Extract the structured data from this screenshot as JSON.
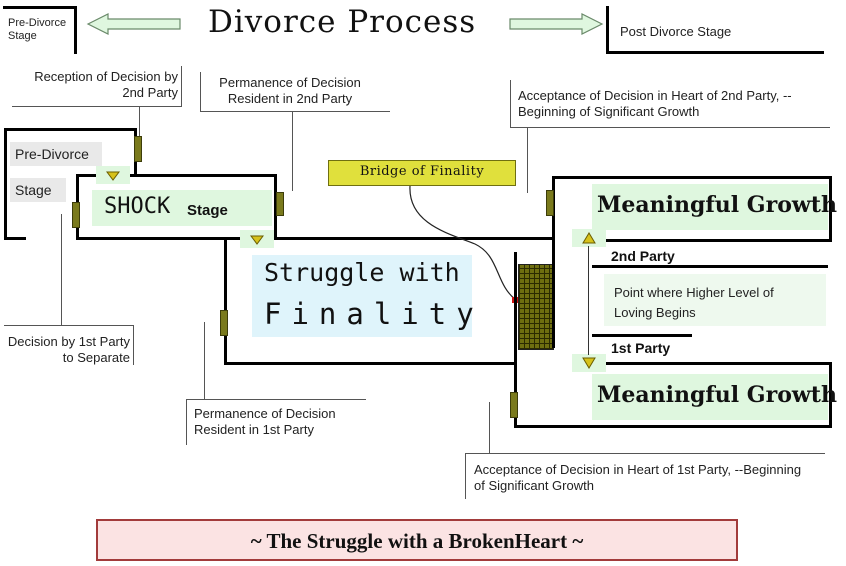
{
  "title": "Divorce Process",
  "top_left_label": "Pre-Divorce Stage",
  "top_right_label": "Post Divorce Stage",
  "labels": {
    "reception": "Reception of Decision by 2nd Party",
    "permanence_2nd": "Permanence of Decision Resident in 2nd Party",
    "acceptance_2nd": "Acceptance of Decision in Heart of 2nd Party, --Beginning of Significant Growth",
    "pre_divorce": "Pre-Divorce",
    "stage": "Stage",
    "shock": "SHOCK",
    "shock_stage": "Stage",
    "bridge": "Bridge of Finality",
    "struggle_line1": "Struggle with",
    "struggle_line2": "Finality",
    "growth_top": "Meaningful Growth",
    "growth_bottom": "Meaningful Growth",
    "second_party": "2nd Party",
    "first_party": "1st Party",
    "higher_level": "Point where Higher Level of Loving Begins",
    "decision_1st": "Decision by 1st Party to Separate",
    "permanence_1st": "Permanence of Decision Resident in 1st Party",
    "acceptance_1st": "Acceptance of Decision in Heart of 1st Party, --Beginning of Significant Growth"
  },
  "footer": "~ The Struggle with a BrokenHeart ~",
  "colors": {
    "highlight": "#dff7df",
    "tab": "#7a7a1c",
    "bridge_box": "#e0e03c",
    "footer_bg": "#fbe3e3",
    "footer_border": "#a23b3b",
    "marker": "#d6c21b"
  }
}
